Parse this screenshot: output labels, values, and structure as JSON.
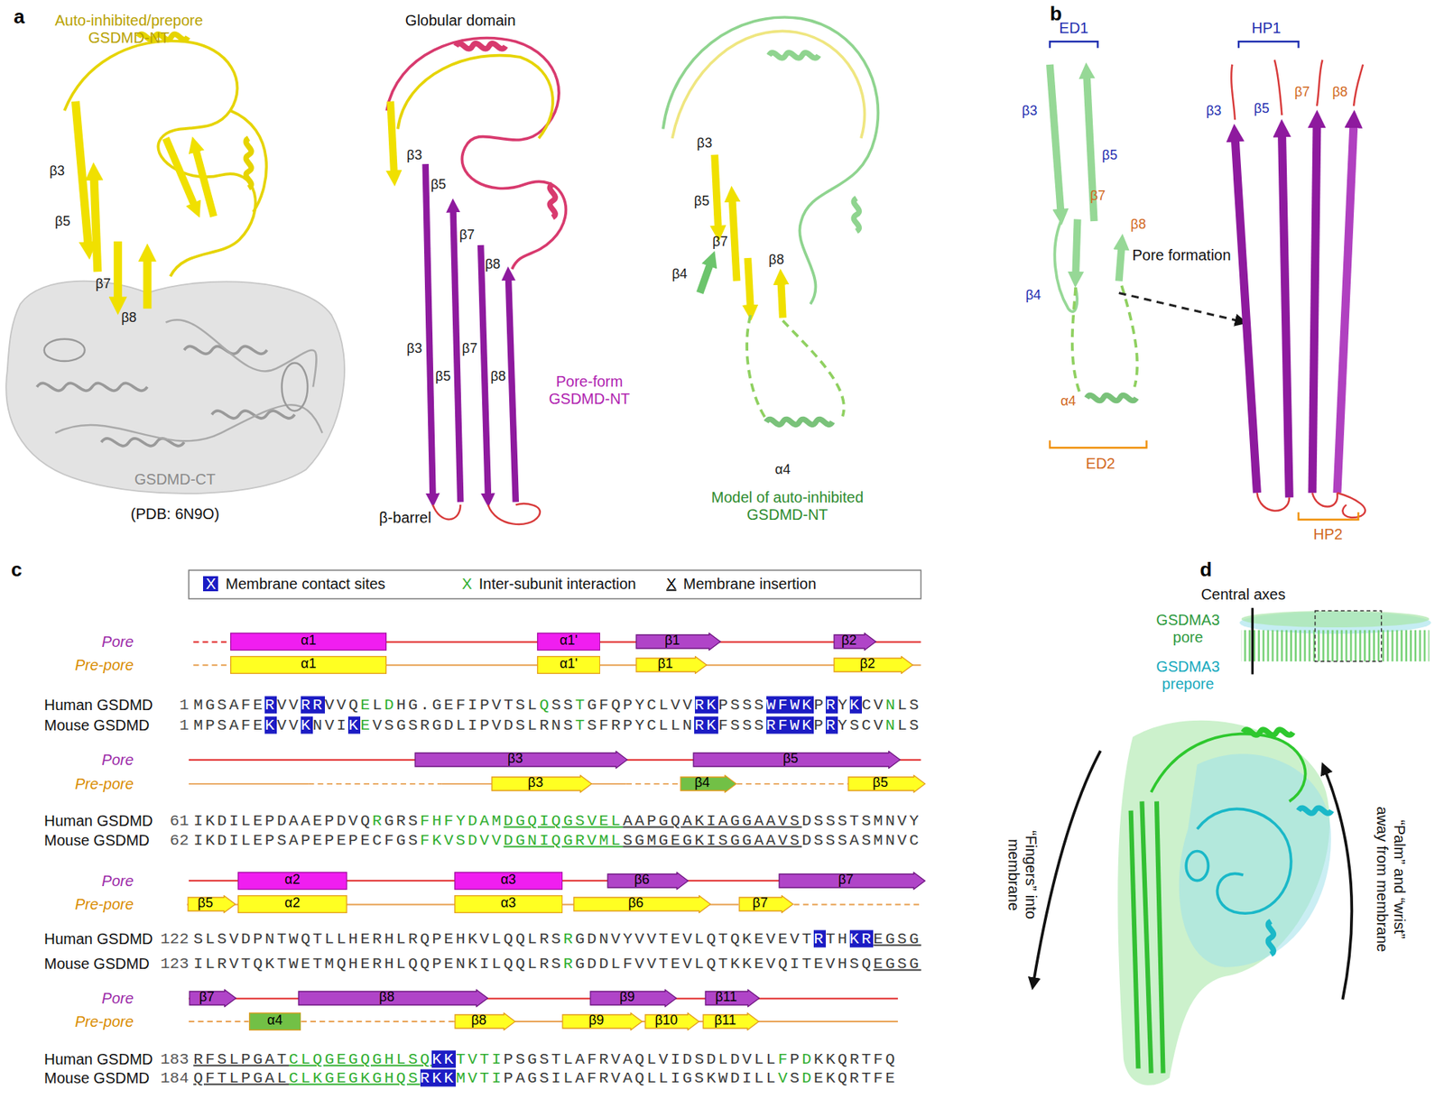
{
  "diagram": {
    "nodes": [
      {
        "text": [
          "α1"
        ]
      },
      {
        "text": [
          "α1'"
        ]
      },
      {
        "text": [
          "β1"
        ]
      },
      {
        "text": [
          "β2"
        ]
      },
      {
        "text": [
          "α1"
        ]
      },
      {
        "text": [
          "α1'"
        ]
      },
      {
        "text": [
          "β1"
        ]
      },
      {
        "text": [
          "β2"
        ]
      },
      {
        "text": [
          "β3"
        ]
      },
      {
        "text": [
          "β5"
        ]
      },
      {
        "text": [
          "β3"
        ]
      },
      {
        "text": [
          "β4"
        ]
      },
      {
        "text": [
          "β5"
        ]
      },
      {
        "text": [
          "α2"
        ]
      },
      {
        "text": [
          "α3"
        ]
      },
      {
        "text": [
          "β6"
        ]
      },
      {
        "text": [
          "β7"
        ]
      },
      {
        "text": [
          "β5"
        ]
      },
      {
        "text": [
          "α2"
        ]
      },
      {
        "text": [
          "α3"
        ]
      },
      {
        "text": [
          "β6"
        ]
      },
      {
        "text": [
          "β7"
        ]
      },
      {
        "text": [
          "β7"
        ]
      },
      {
        "text": [
          "β8"
        ]
      },
      {
        "text": [
          "β9"
        ]
      },
      {
        "text": [
          "β11"
        ]
      },
      {
        "text": [
          "α4"
        ]
      },
      {
        "text": [
          "β8"
        ]
      },
      {
        "text": [
          "β9"
        ]
      },
      {
        "text": [
          "β10"
        ]
      },
      {
        "text": [
          "β11"
        ]
      }
    ],
    "labels": [
      "a",
      "Auto-inhibited/prepore GSDMD-NT",
      "β3",
      "β5",
      "β7",
      "β8",
      "GSDMD-CT",
      "(PDB: 6N9O)",
      "Globular domain",
      "β3",
      "β5",
      "β7",
      "β8",
      "β3",
      "β5",
      "β7",
      "β8",
      "Pore-form GSDMD-NT",
      "β-barrel",
      "β3",
      "β5",
      "β7",
      "β4",
      "β8",
      "α4",
      "Model of auto-inhibited GSDMD-NT",
      "b",
      "ED1",
      "β3",
      "β5",
      "β7",
      "β8",
      "β4",
      "α4",
      "ED2",
      "Pore formation",
      "HP1",
      "β3",
      "β5",
      "β7",
      "β8",
      "HP2",
      "c",
      "X",
      "X",
      "X",
      "Pore",
      "Pre-pore",
      "Human GSDMD",
      "1",
      "MGSAFERVVRRVVQELDHG.GEFIPVTSLQSSTGFQPYCLVVRKPSSSWFWKPRYKCVNLS",
      "Mouse GSDMD",
      "1",
      "MPSAFEKVVKNVIKEVSGSRGDLIPVDSLRNSTSFRPYCLLNRKFSSSRFWKPRYSCVNLS",
      "Pore",
      "Pre-pore",
      "Human GSDMD",
      "61",
      "IKDILEPDAAEPDVQRGRSFHFYDAMDGQIQGSVELAAPGQAKIAGGAAVSDSSSTSMNVY",
      "Mouse GSDMD",
      "62",
      "IKDILEPSAPEPEPECFGSFKVSDVVDGNIQGRVMLSGMGEGKISGGAAVSDSSSASMNVC",
      "Pore",
      "Pre-pore",
      "Human GSDMD",
      "122",
      "SLSVDPNTWQTLLHERHLRQPEHKVLQQLRSRGDNVYVVTEVLQTQKEVEVTRTHKREGSG",
      "Mouse GSDMD",
      "123",
      "ILRVTQKTWETMQHERHLQQPENKILQQLRSRGDDLFVVTEVLQTKKEVQITEVHSQEGSG",
      "Pore",
      "Pre-pore",
      "Human GSDMD",
      "183",
      "RFSLPGATCLQGEGQGHLSQKKTVTIPSGSTLAFRVAQLVIDSDLDVLLFPDKKQRTFQ",
      "Mouse GSDMD",
      "184",
      "QFTLPGALCLKGEGKGHQSRKKMVTIPAGSILAFRVAQLLIGSKWDILLVSDEKQRTFE",
      "d",
      "Central axes",
      "GSDMA3 pore",
      "GSDMA3 prepore",
      "“Fingers” into membrane",
      "“Palm” and “wrist” away from membrane"
    ],
    "legend": [
      {
        "text": "Membrane contact sites",
        "color": "#1c1cc4"
      },
      {
        "text": "Inter-subunit interaction"
      },
      {
        "text": "Membrane insertion"
      }
    ]
  }
}
